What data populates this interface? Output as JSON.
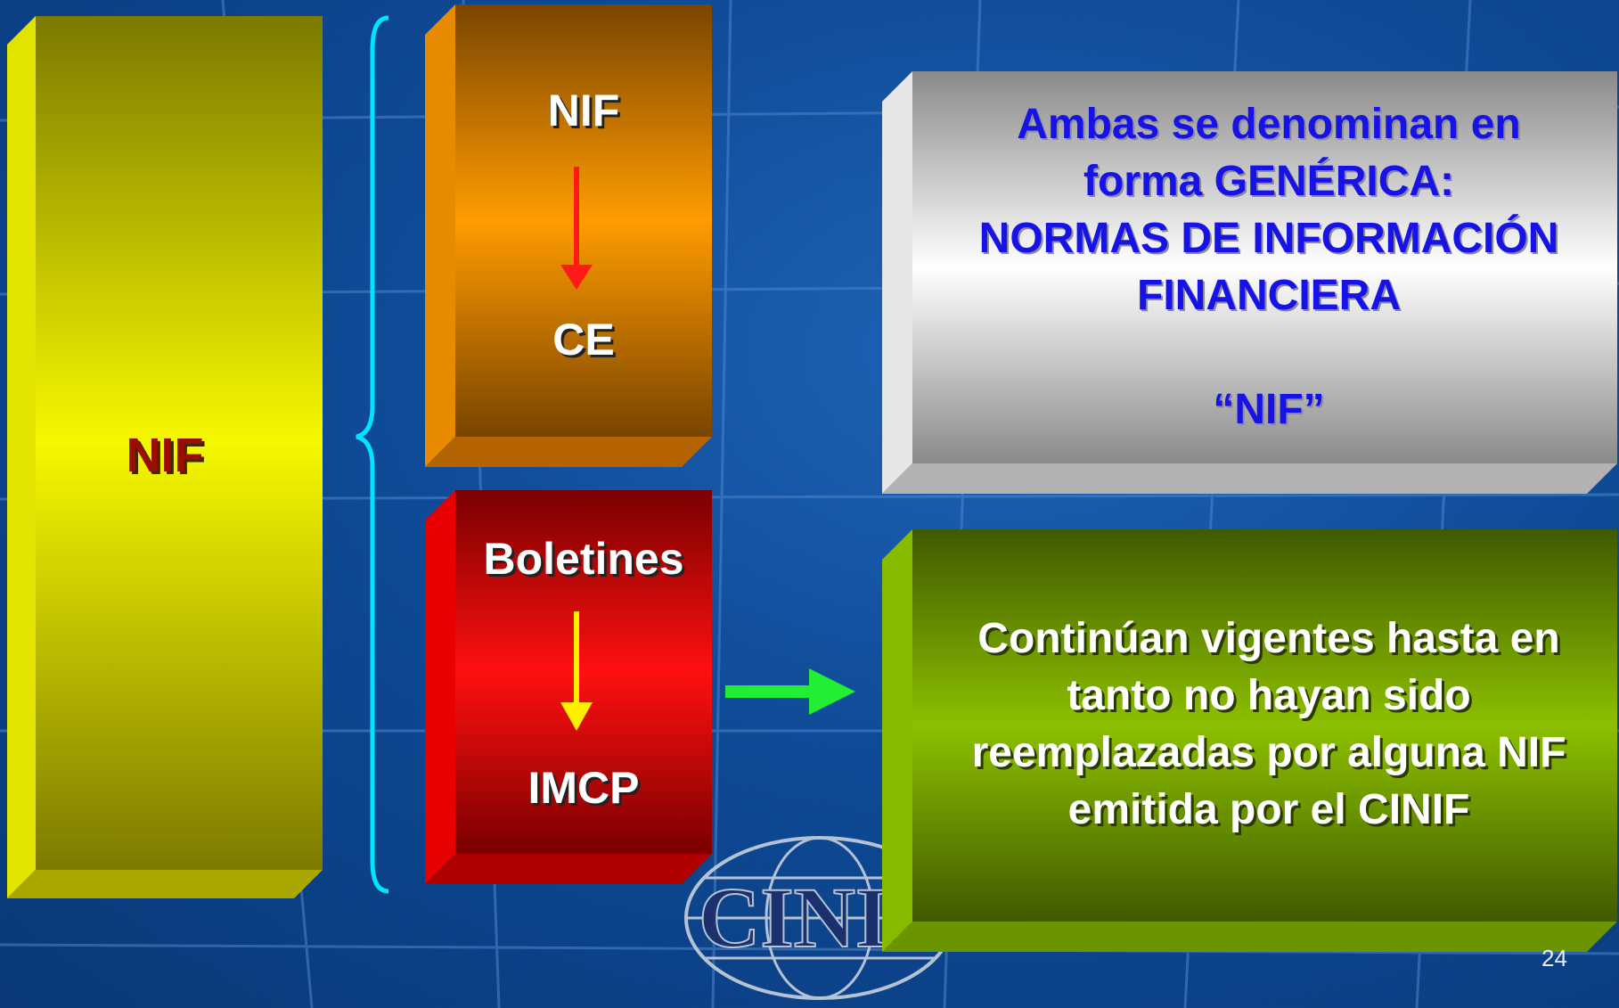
{
  "left_bar": {
    "label": "NIF"
  },
  "orange_box": {
    "top": "NIF",
    "bottom": "CE"
  },
  "red_box": {
    "top": "Boletines",
    "bottom": "IMCP"
  },
  "gray_box": {
    "lines": [
      "Ambas se denominan en",
      "forma GENÉRICA:",
      "NORMAS DE INFORMACIÓN",
      "FINANCIERA",
      "",
      "“NIF”"
    ]
  },
  "green_box": {
    "lines": [
      "Continúan vigentes hasta en",
      "tanto no hayan sido",
      "reemplazadas por alguna NIF",
      "emitida por el CINIF"
    ]
  },
  "logo": {
    "text": "CINIF"
  },
  "page_number": "24",
  "colors": {
    "background": "#0e4a96",
    "yellow_bar": "#f4f400",
    "orange_box": "#ff9a00",
    "red_box": "#ff1010",
    "gray_box": "#d8d8d8",
    "green_box": "#8cc000",
    "brace": "#00e5ff",
    "arrow_red": "#ff1a1a",
    "arrow_yellow": "#ffee00",
    "arrow_green": "#22ee33"
  }
}
